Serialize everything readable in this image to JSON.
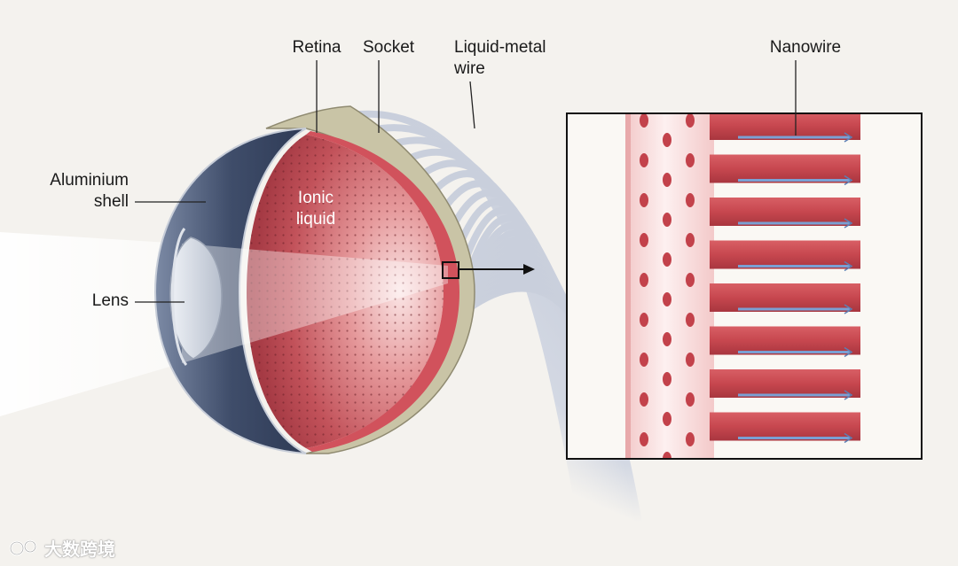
{
  "labels": {
    "retina": "Retina",
    "socket": "Socket",
    "liquid_metal_wire_line1": "Liquid-metal",
    "liquid_metal_wire_line2": "wire",
    "nanowire": "Nanowire",
    "aluminium_shell_line1": "Aluminium",
    "aluminium_shell_line2": "shell",
    "lens": "Lens",
    "ionic_liquid_line1": "Ionic",
    "ionic_liquid_line2": "liquid"
  },
  "watermark": {
    "text": "大数跨境"
  },
  "colors": {
    "background": "#f4f2ee",
    "shell": "#3f4d6a",
    "socket": "#c9c4a6",
    "retina_red": "#c8505a",
    "ionic_liquid": "#b84a52",
    "wire": "#c9cfdc",
    "nanowire": "#6f95c8",
    "inset_border": "#111111"
  }
}
